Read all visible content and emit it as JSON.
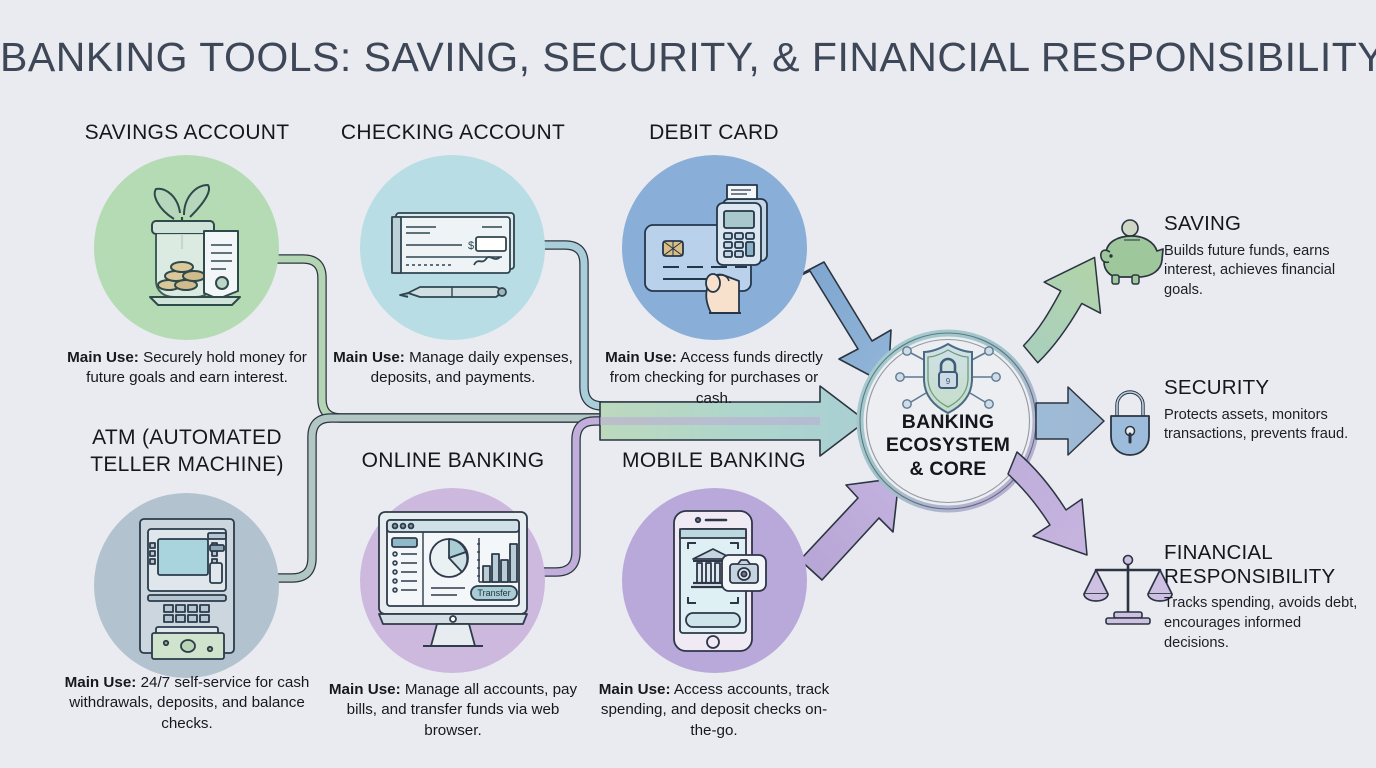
{
  "header": {
    "title": "BANKING TOOLS: SAVING, SECURITY, & FINANCIAL RESPONSIBILITY"
  },
  "colors": {
    "background": "#e9ebf0",
    "title_text": "#3d4757",
    "savings_circle": "#b5dbb4",
    "checking_circle": "#b9dde4",
    "debit_circle": "#89aed8",
    "atm_circle": "#b2c2cf",
    "online_circle": "#cdb8de",
    "mobile_circle": "#b9a8da",
    "saving_arrow": "#a8cfa5",
    "security_arrow": "#96b3d0",
    "responsibility_arrow": "#bba7d6",
    "connector_green": "#b3d5b4",
    "connector_blue": "#9fc3d8",
    "connector_purple": "#bba9d4",
    "stroke": "#2b3440"
  },
  "tools": [
    {
      "id": "savings-account",
      "title": "SAVINGS ACCOUNT",
      "icon": "money-jar-icon",
      "lead": "Main Use:",
      "desc": " Securely hold money for future goals and earn interest."
    },
    {
      "id": "checking-account",
      "title": "CHECKING ACCOUNT",
      "icon": "cheque-and-pen-icon",
      "lead": "Main Use:",
      "desc": " Manage daily expenses, deposits, and payments."
    },
    {
      "id": "debit-card",
      "title": "DEBIT CARD",
      "icon": "card-payment-terminal-icon",
      "lead": "Main Use:",
      "desc": " Access funds directly from checking for purchases or cash."
    },
    {
      "id": "atm",
      "title": "ATM (AUTOMATED TELLER MACHINE)",
      "icon": "atm-machine-icon",
      "lead": "Main Use:",
      "desc": " 24/7 self-service for cash withdrawals, deposits, and balance checks."
    },
    {
      "id": "online-banking",
      "title": "ONLINE BANKING",
      "icon": "desktop-dashboard-icon",
      "lead": "Main Use:",
      "desc": " Manage all accounts, pay bills, and transfer funds via web browser."
    },
    {
      "id": "mobile-banking",
      "title": "MOBILE BANKING",
      "icon": "smartphone-deposit-icon",
      "lead": "Main Use:",
      "desc": " Access accounts, track spending, and deposit checks on-the-go."
    }
  ],
  "screen_labels": {
    "transfer_button": "Transfer"
  },
  "hub": {
    "id": "banking-ecosystem-core",
    "icon": "shield-lock-network-icon",
    "line1": "BANKING",
    "line2": "ECOSYSTEM",
    "line3": "& CORE"
  },
  "outcomes": [
    {
      "id": "saving",
      "title": "SAVING",
      "icon": "piggy-bank-icon",
      "desc": "Builds future funds, earns interest, achieves financial goals."
    },
    {
      "id": "security",
      "title": "SECURITY",
      "icon": "padlock-icon",
      "desc": "Protects assets, monitors transactions, prevents fraud."
    },
    {
      "id": "financial-responsibility",
      "title": "FINANCIAL RESPONSIBILITY",
      "icon": "balance-scale-icon",
      "desc": "Tracks spending, avoids debt, encourages informed decisions."
    }
  ]
}
